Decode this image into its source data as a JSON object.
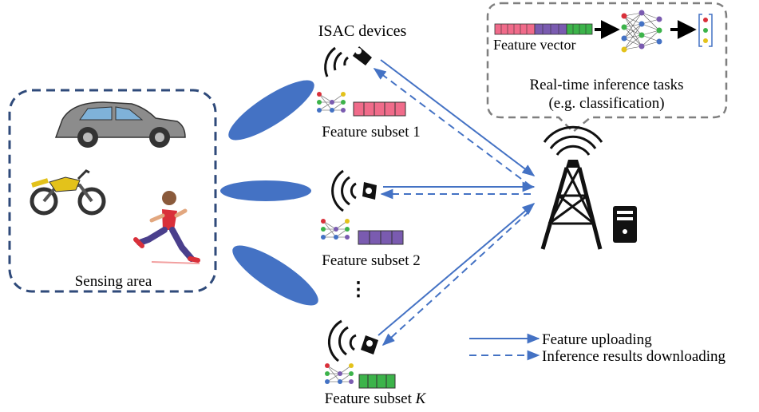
{
  "labels": {
    "isac_devices": "ISAC devices",
    "feature_vector": "Feature vector",
    "inference_tasks_line1": "Real-time inference tasks",
    "inference_tasks_line2": "(e.g. classification)",
    "sensing_area": "Sensing area",
    "feature_subset_1": "Feature subset 1",
    "feature_subset_2": "Feature subset 2",
    "feature_subset_k_prefix": "Feature subset ",
    "feature_subset_k_var": "K",
    "vertical_ellipsis": "⋮"
  },
  "legend": {
    "uploading": "Feature uploading",
    "downloading": "Inference results downloading"
  },
  "colors": {
    "dashed_border": "#2f4a7a",
    "bubble_border": "#7f7f7f",
    "arrow": "#4472c4",
    "beam": "#4472c4",
    "subset1": "#f06b8a",
    "subset2": "#7a5bb0",
    "subsetK": "#3cb34a"
  },
  "icons": [
    "car-icon",
    "motorcycle-icon",
    "runner-icon",
    "sensor-icon",
    "neural-network-icon",
    "base-station-icon",
    "server-icon"
  ]
}
